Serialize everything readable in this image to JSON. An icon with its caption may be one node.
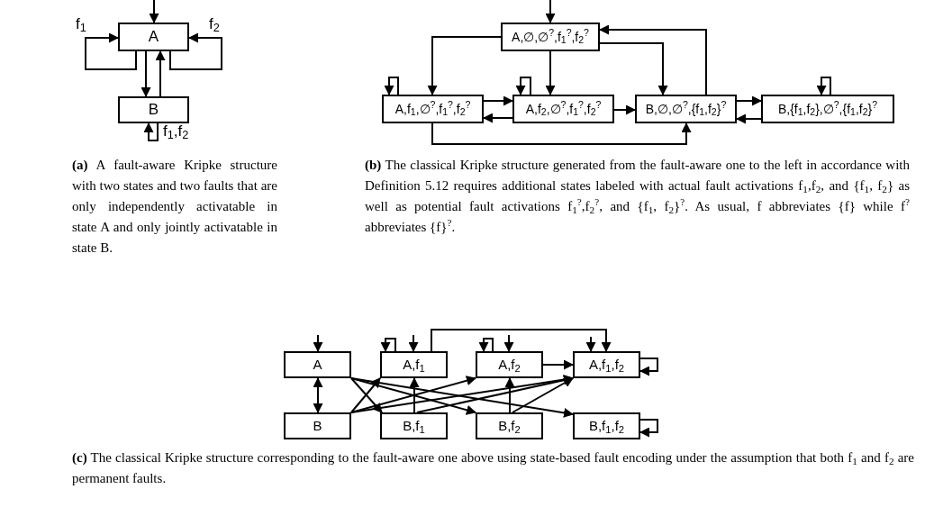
{
  "diagram": {
    "nodes": [
      {
        "text": [
          "A"
        ]
      },
      {
        "text": [
          "B"
        ]
      },
      {
        "text": [
          "A,∅,∅$^{?}$,f$_{1}$$^{?}$,f$_{2}$$^{?}$"
        ]
      },
      {
        "text": [
          "A,f$_{1}$,∅$^{?}$,f$_{1}$$^{?}$,f$_{2}$$^{?}$"
        ]
      },
      {
        "text": [
          "A,f$_{2}$,∅$^{?}$,f$_{1}$$^{?}$,f$_{2}$$^{?}$"
        ]
      },
      {
        "text": [
          "B,∅,∅$^{?}$,{f$_{1}$,f$_{2}$}$^{?}$"
        ]
      },
      {
        "text": [
          "B,{f$_{1}$,f$_{2}$},∅$^{?}$,{f$_{1}$,f$_{2}$}$^{?}$"
        ]
      },
      {
        "text": [
          "A"
        ]
      },
      {
        "text": [
          "A,f$_{1}$"
        ]
      },
      {
        "text": [
          "A,f$_{2}$"
        ]
      },
      {
        "text": [
          "A,f$_{1}$,f$_{2}$"
        ]
      },
      {
        "text": [
          "B"
        ]
      },
      {
        "text": [
          "B,f$_{1}$"
        ]
      },
      {
        "text": [
          "B,f$_{2}$"
        ]
      },
      {
        "text": [
          "B,f$_{1}$,f$_{2}$"
        ]
      }
    ],
    "edges": [
      {
        "from": null,
        "to": 0,
        "arrow": "to"
      },
      {
        "from": 0,
        "to": 0,
        "arrow": "to",
        "label": "f$_{1}$"
      },
      {
        "from": 0,
        "to": 0,
        "arrow": "to",
        "label": "f$_{2}$"
      },
      {
        "from": 0,
        "to": 1,
        "arrow": "to"
      },
      {
        "from": 1,
        "to": 0,
        "arrow": "to"
      },
      {
        "from": 1,
        "to": 1,
        "arrow": "to",
        "label": "f$_{1}$,f$_{2}$"
      },
      {
        "from": null,
        "to": 2,
        "arrow": "to"
      },
      {
        "from": 2,
        "to": 3,
        "arrow": "to"
      },
      {
        "from": 2,
        "to": 4,
        "arrow": "to"
      },
      {
        "from": 2,
        "to": 5,
        "arrow": "to"
      },
      {
        "from": 5,
        "to": 2,
        "arrow": "to"
      },
      {
        "from": 3,
        "to": 3,
        "arrow": "to"
      },
      {
        "from": 4,
        "to": 4,
        "arrow": "to"
      },
      {
        "from": 6,
        "to": 6,
        "arrow": "to"
      },
      {
        "from": 3,
        "to": 4,
        "arrow": "to"
      },
      {
        "from": 4,
        "to": 3,
        "arrow": "to"
      },
      {
        "from": 4,
        "to": 5,
        "arrow": "to"
      },
      {
        "from": 5,
        "to": 6,
        "arrow": "to"
      },
      {
        "from": 6,
        "to": 5,
        "arrow": "to"
      },
      {
        "from": 3,
        "to": 5,
        "arrow": "to"
      },
      {
        "from": null,
        "to": 7,
        "arrow": "to"
      },
      {
        "from": null,
        "to": 8,
        "arrow": "to"
      },
      {
        "from": null,
        "to": 9,
        "arrow": "to"
      },
      {
        "from": null,
        "to": 10,
        "arrow": "to"
      },
      {
        "from": 8,
        "to": 10,
        "arrow": "to"
      },
      {
        "from": 8,
        "to": 8,
        "arrow": "to"
      },
      {
        "from": 9,
        "to": 9,
        "arrow": "to"
      },
      {
        "from": 10,
        "to": 10,
        "arrow": "to"
      },
      {
        "from": 14,
        "to": 14,
        "arrow": "to"
      },
      {
        "from": 7,
        "to": 11,
        "arrow": "both"
      },
      {
        "from": 9,
        "to": 10,
        "arrow": "to"
      },
      {
        "from": 12,
        "to": 8,
        "arrow": "to"
      },
      {
        "from": 13,
        "to": 9,
        "arrow": "to"
      },
      {
        "from": 7,
        "to": 12,
        "arrow": "to"
      },
      {
        "from": 7,
        "to": 13,
        "arrow": "to"
      },
      {
        "from": 7,
        "to": 14,
        "arrow": "to"
      },
      {
        "from": 11,
        "to": 8,
        "arrow": "to"
      },
      {
        "from": 11,
        "to": 9,
        "arrow": "to"
      },
      {
        "from": 11,
        "to": 10,
        "arrow": "to"
      },
      {
        "from": 12,
        "to": 10,
        "arrow": "to"
      },
      {
        "from": 13,
        "to": 10,
        "arrow": "to"
      }
    ],
    "labels": [
      "**(a)** A fault-aware Kripke structure with two states and two faults that are only independently activatable in state A and only jointly activatable in state B.",
      "**(b)** The classical Kripke structure generated from the fault-aware one to the left in accordance with Definition 5.12 requires additional states labeled with actual fault activations f$_{1}$,f$_{2}$, and {f$_{1}$, f$_{2}$} as well as potential fault activations f$_{1}$$^{?}$,f$_{2}$$^{?}$, and {f$_{1}$, f$_{2}$}$^{?}$. As usual, f abbreviates {f} while f$^{?}$ abbreviates {f}$^{?}$.",
      "**(c)** The classical Kripke structure corresponding to the fault-aware one above using state-based fault encoding under the assumption that both f$_{1}$ and f$_{2}$ are permanent faults."
    ]
  }
}
